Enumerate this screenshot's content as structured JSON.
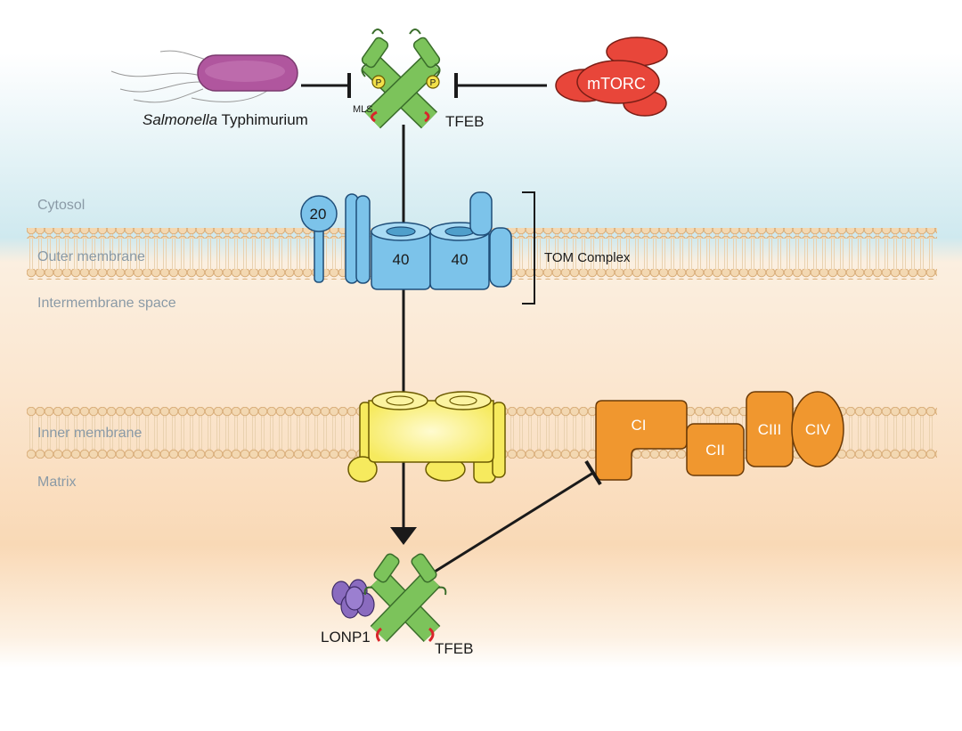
{
  "regions": {
    "cytosol": "Cytosol",
    "outer_membrane": "Outer membrane",
    "intermembrane_space": "Intermembrane space",
    "inner_membrane": "Inner membrane",
    "matrix": "Matrix"
  },
  "labels": {
    "salmonella_italic": "Salmonella",
    "salmonella_rest": " Typhimurium",
    "tfeb_top": "TFEB",
    "mls": "MLS",
    "phospho": "P",
    "mtorc": "mTORC",
    "tom_complex": "TOM Complex",
    "tom20": "20",
    "tom40_a": "40",
    "tom40_b": "40",
    "ci": "CI",
    "cii": "CII",
    "ciii": "CIII",
    "civ": "CIV",
    "lonp1": "LONP1",
    "tfeb_bottom": "TFEB"
  },
  "colors": {
    "tfeb_green": "#7cc35b",
    "mls_red": "#d8262b",
    "phospho_yellow": "#f2e04a",
    "mtorc_red": "#e8463a",
    "tom_blue": "#7cc3ea",
    "tim_yellow": "#f6ea5e",
    "etc_orange": "#f0972f",
    "lonp1_purple": "#8a6bbf",
    "salmonella_purple": "#b0569e",
    "membrane_tan": "#f0d2a6"
  }
}
